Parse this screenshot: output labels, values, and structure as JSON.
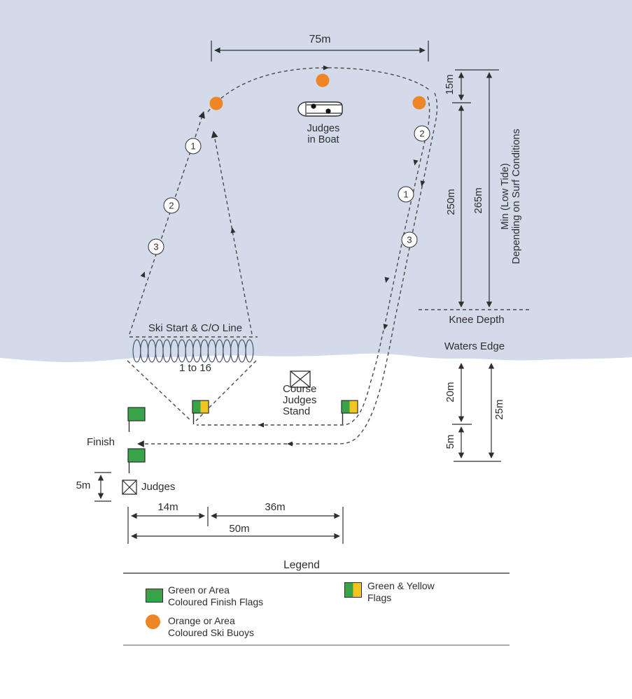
{
  "colors": {
    "water": "#d3dbeb",
    "green": "#38a348",
    "yellow": "#f4c51e",
    "orange": "#ef8626",
    "ink": "#2e2e2e",
    "dash": "#4a4a4a",
    "ski_outline": "#49536b"
  },
  "course": {
    "top_width_label": "75m",
    "buoy_gap_label": "15m",
    "inner_length_label": "250m",
    "outer_length_label": "265m",
    "tide_note_line1": "Min (Low Tide)",
    "tide_note_line2": "Depending on Surf Conditions",
    "knee_depth_label": "Knee Depth",
    "waters_edge_label": "Waters Edge",
    "judges_boat_line1": "Judges",
    "judges_boat_line2": "in Boat",
    "ski_start_label": "Ski Start & C/O Line",
    "ski_numbers_label": "1 to 16",
    "ski_count": 16,
    "left_markers": [
      "1",
      "2",
      "3"
    ],
    "right_markers": [
      "2",
      "1",
      "3"
    ],
    "stand_line1": "Course",
    "stand_line2": "Judges",
    "stand_line3": "Stand",
    "finish_label": "Finish",
    "finish_judges_label": "Judges"
  },
  "beach_dims": {
    "d20": "20m",
    "d5": "5m",
    "d25": "25m"
  },
  "finish_dims": {
    "d5": "5m",
    "d14": "14m",
    "d36": "36m",
    "d50": "50m"
  },
  "legend": {
    "title": "Legend",
    "items": [
      {
        "icon": "green-flag-swatch",
        "line1": "Green or Area",
        "line2": "Coloured Finish Flags"
      },
      {
        "icon": "orange-buoy-swatch",
        "line1": "Orange or Area",
        "line2": "Coloured Ski Buoys"
      },
      {
        "icon": "green-yellow-flag-swatch",
        "line1": "Green & Yellow",
        "line2": "Flags"
      }
    ]
  }
}
